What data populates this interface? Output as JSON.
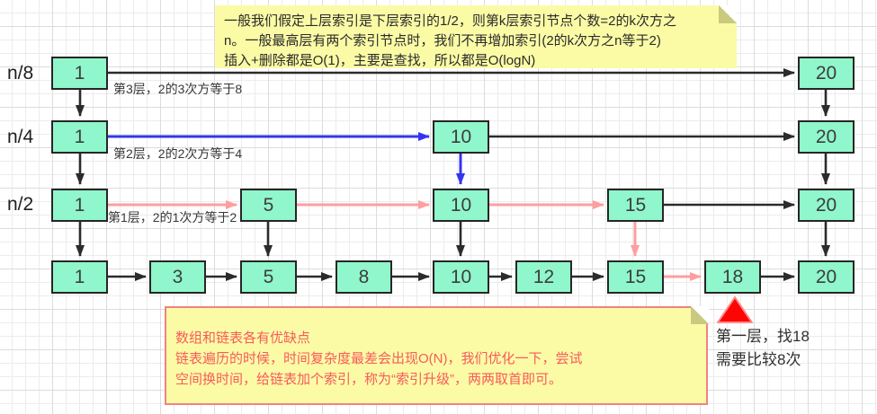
{
  "notes": {
    "top": {
      "line1": "一般我们假定上层索引是下层索引的1/2，则第k层索引节点个数=2的k次方之",
      "line2": "n。一般最高层有两个索引节点时，我们不再增加索引(2的k次方之n等于2)",
      "line3": "插入+删除都是O(1)，主要是查找，所以都是O(logN)"
    },
    "bottom": {
      "line1": "数组和链表各有优缺点",
      "line2": "链表遍历的时候，时间复杂度最差会出现O(N)，我们优化一下，尝试",
      "line3": "空间换时间，给链表加个索引，称为“索引升级”，两两取首即可。"
    }
  },
  "levels": {
    "l3": {
      "row_label": "n/8",
      "caption": "第3层，2的3次方等于8",
      "nodes": [
        "1",
        "20"
      ]
    },
    "l2": {
      "row_label": "n/4",
      "caption": "第2层，2的2次方等于4",
      "nodes": [
        "1",
        "10",
        "20"
      ]
    },
    "l1": {
      "row_label": "n/2",
      "caption": "第1层，2的1次方等于2",
      "nodes": [
        "1",
        "5",
        "10",
        "15",
        "20"
      ]
    },
    "l0": {
      "nodes": [
        "1",
        "3",
        "5",
        "8",
        "10",
        "12",
        "15",
        "18",
        "20"
      ]
    }
  },
  "pointer": {
    "line1": "第一层，找18",
    "line2": "需要比较8次"
  },
  "colors": {
    "node_fill": "#90f6cb",
    "node_border": "#262626",
    "black_arrow": "#2b2b2b",
    "pink_arrow": "#ff9e9e",
    "blue_arrow": "#3434f0",
    "note_bg": "#fbfba6",
    "note_border_red": "#f0837f",
    "note_text_red": "#f75b5b",
    "marker_red": "#fe0505"
  }
}
